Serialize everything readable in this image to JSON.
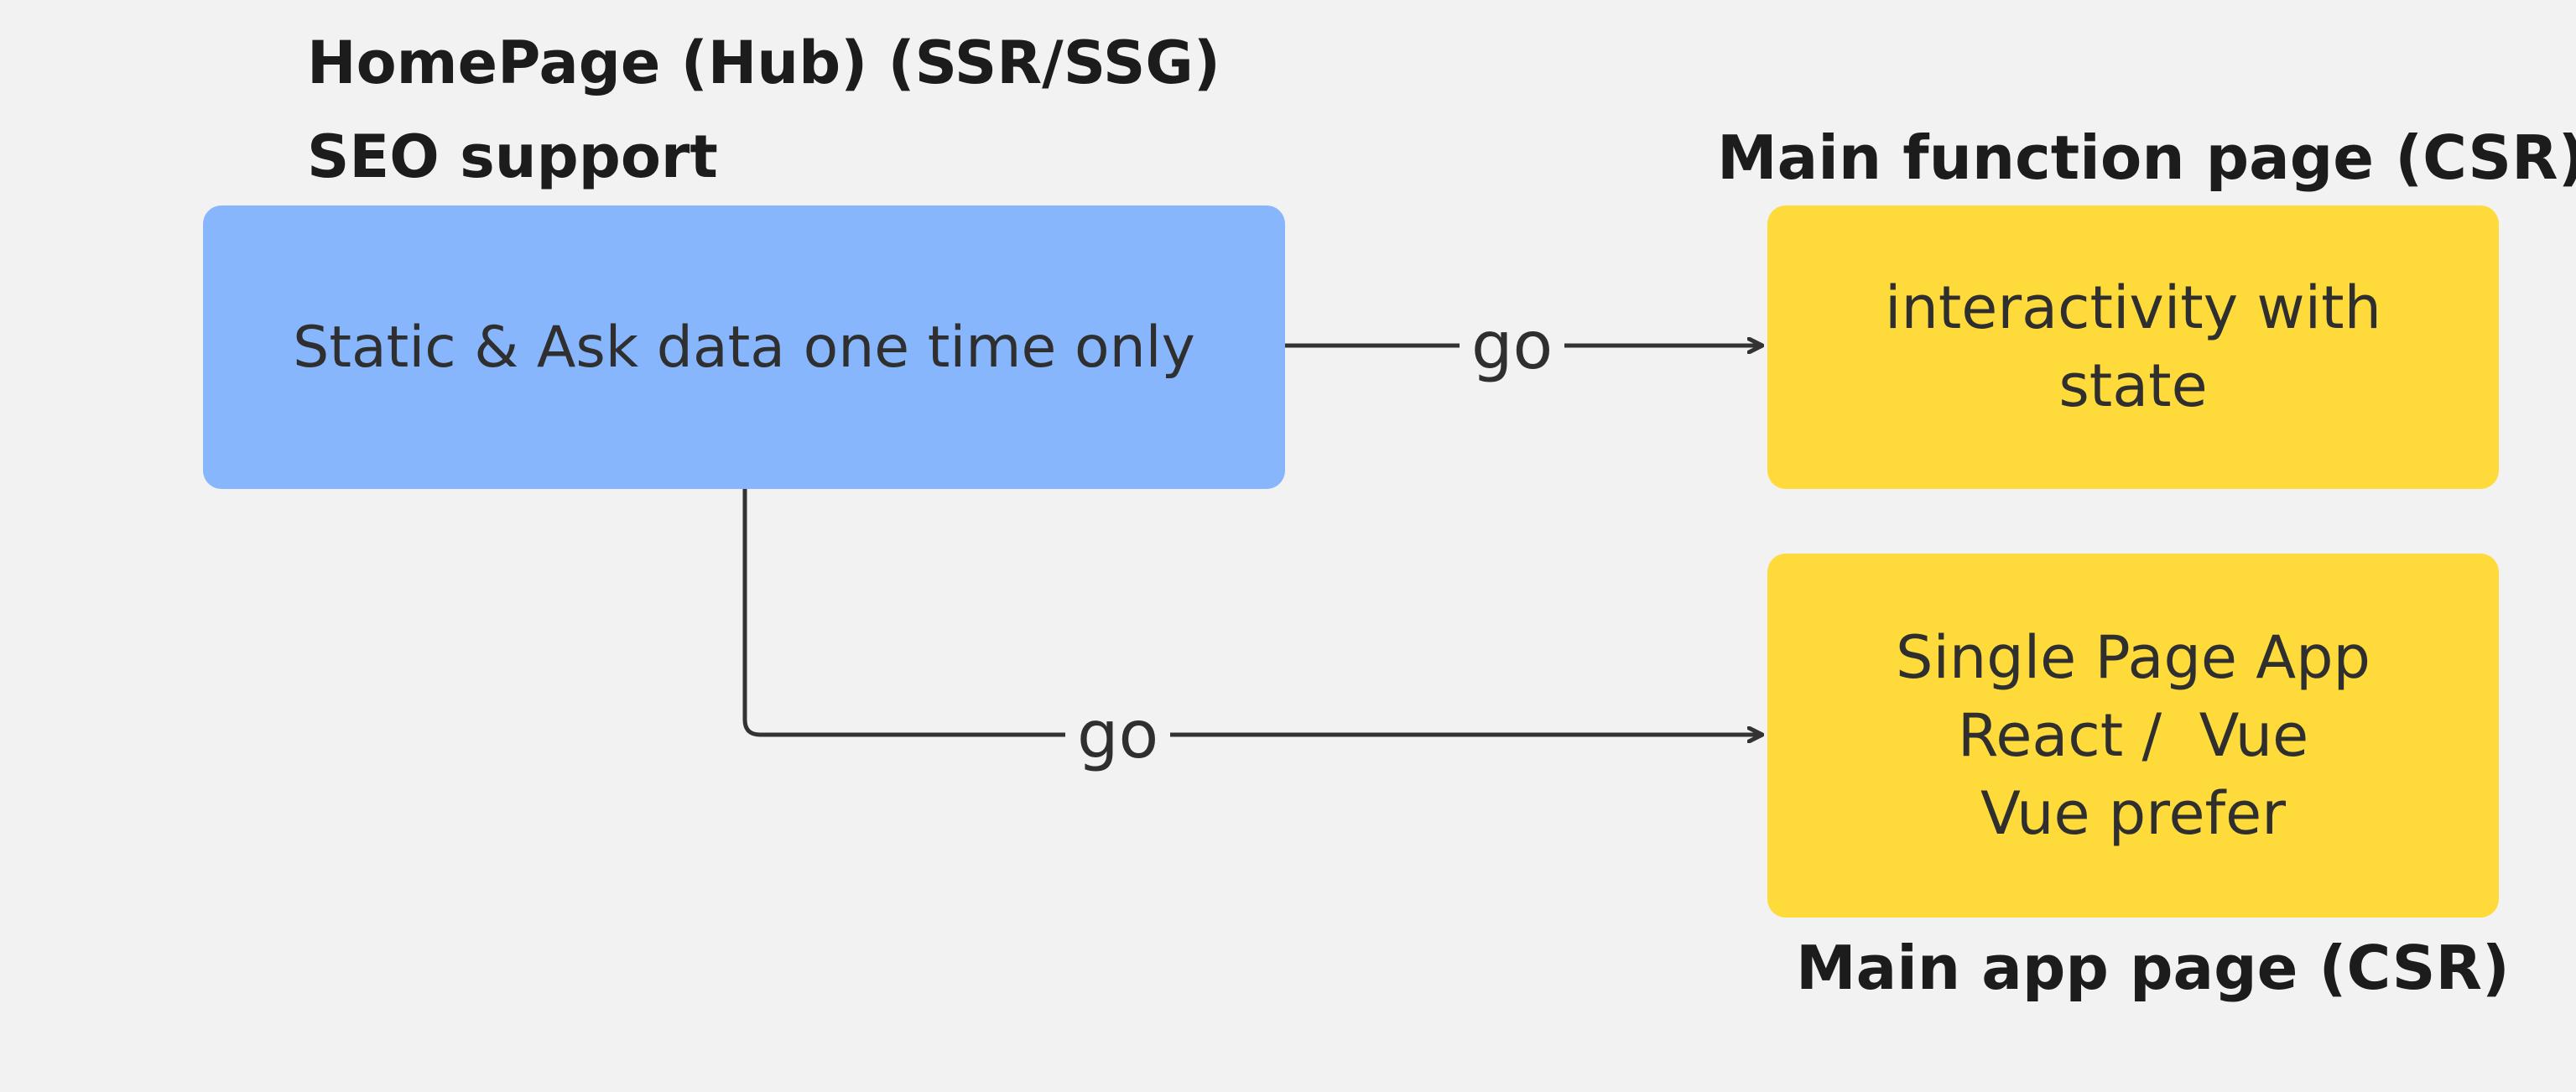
{
  "headings": {
    "home_line1": "HomePage (Hub) (SSR/SSG)",
    "home_line2": "SEO support",
    "function_page": "Main function page (CSR)",
    "app_page": "Main app page (CSR)"
  },
  "nodes": {
    "home": {
      "lines": [
        "Static & Ask data one time only"
      ],
      "color": "#87b6fd"
    },
    "function": {
      "lines": [
        "interactivity with",
        "state"
      ],
      "color": "#fedb3a"
    },
    "app": {
      "lines": [
        "Single Page App",
        "React /  Vue",
        "Vue prefer"
      ],
      "color": "#fedb3a"
    }
  },
  "edges": [
    {
      "from": "home",
      "to": "function",
      "label": "go"
    },
    {
      "from": "home",
      "to": "app",
      "label": "go"
    }
  ],
  "colors": {
    "background": "#f2f2f2",
    "connector": "#333333",
    "text": "#1c1c1c"
  }
}
